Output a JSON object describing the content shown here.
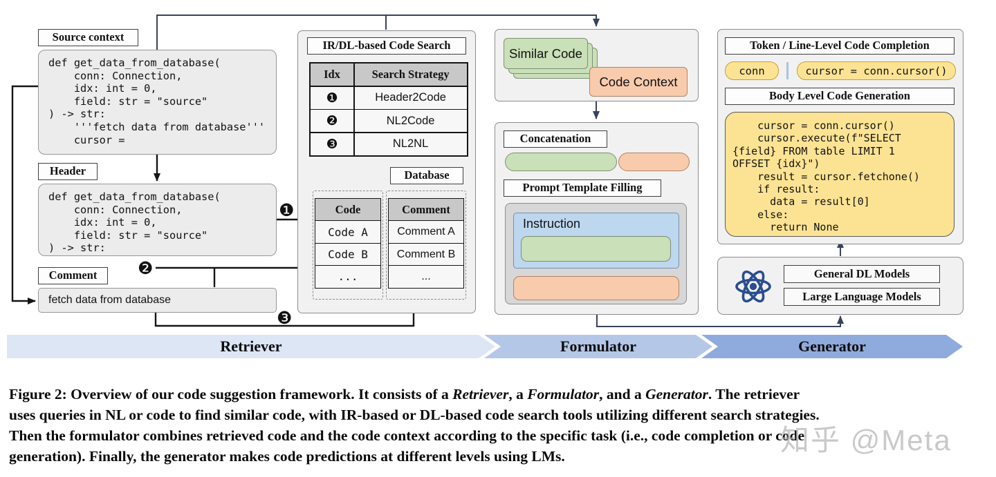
{
  "retriever": {
    "band_label": "Retriever",
    "source_context": {
      "label": "Source context",
      "code": "def get_data_from_database(\n    conn: Connection,\n    idx: int = 0,\n    field: str = \"source\"\n) -> str:\n    '''fetch data from database'''\n    cursor ="
    },
    "header": {
      "label": "Header",
      "code": "def get_data_from_database(\n    conn: Connection,\n    idx: int = 0,\n    field: str = \"source\"\n) -> str:"
    },
    "comment": {
      "label": "Comment",
      "text": "fetch data from database"
    },
    "badges": {
      "b1": "❶",
      "b2": "❷",
      "b3": "❸"
    },
    "code_search": {
      "title": "IR/DL-based Code Search",
      "strategy_table": {
        "col_idx": "Idx",
        "col_strategy": "Search Strategy",
        "rows": [
          {
            "idx": "❶",
            "strategy": "Header2Code"
          },
          {
            "idx": "❷",
            "strategy": "NL2Code"
          },
          {
            "idx": "❸",
            "strategy": "NL2NL"
          }
        ]
      },
      "database_label": "Database",
      "database_table": {
        "col_code": "Code",
        "col_comment": "Comment",
        "rows": [
          {
            "code": "Code A",
            "comment": "Comment A"
          },
          {
            "code": "Code B",
            "comment": "Comment B"
          },
          {
            "code": "...",
            "comment": "..."
          }
        ]
      }
    }
  },
  "formulator": {
    "band_label": "Formulator",
    "similar_code_label": "Similar Code",
    "code_context_label": "Code Context",
    "concatenation_label": "Concatenation",
    "prompt_template_label": "Prompt Template Filling",
    "instruction_label": "Instruction"
  },
  "generator": {
    "band_label": "Generator",
    "completion_title": "Token / Line-Level Code Completion",
    "token_example": "conn",
    "line_example": "cursor = conn.cursor()",
    "generation_title": "Body Level Code Generation",
    "body_code": "    cursor = conn.cursor()\n    cursor.execute(f\"SELECT\n{field} FROM table LIMIT 1\nOFFSET {idx}\")\n    result = cursor.fetchone()\n    if result:\n      data = result[0]\n    else:\n      return None",
    "models": {
      "dl": "General DL Models",
      "llm": "Large Language Models"
    },
    "atom_icon": "atom-icon"
  },
  "colors": {
    "green": "#c9e0b8",
    "orange": "#f8cbad",
    "yellow": "#fce394",
    "blue": "#bdd7ee",
    "gray_section": "#f1f1f1",
    "table_header_gray": "#c8c8c8",
    "band_retriever": "#dce6f5",
    "band_formulator": "#b4c7e7",
    "band_generator": "#8faadc",
    "atom_blue": "#2a4d8f",
    "arrow_navy": "#36435e",
    "arrow_black": "#141414"
  },
  "caption_lines": [
    [
      {
        "t": "Figure 2: Overview of our code suggestion framework. It consists of a "
      },
      {
        "t": "Retriever",
        "i": true
      },
      {
        "t": ", a "
      },
      {
        "t": "Formulator",
        "i": true
      },
      {
        "t": ", and a "
      },
      {
        "t": "Generator",
        "i": true
      },
      {
        "t": ". The retriever"
      }
    ],
    [
      {
        "t": "uses queries in NL or code to find similar code, with IR-based or DL-based code search tools utilizing different search strategies."
      }
    ],
    [
      {
        "t": "Then the formulator combines retrieved code and the code context according to the specific task (i.e., code completion or code"
      }
    ],
    [
      {
        "t": "generation). Finally, the generator makes code predictions at different levels using LMs."
      }
    ]
  ],
  "watermark": "知乎 @Meta"
}
